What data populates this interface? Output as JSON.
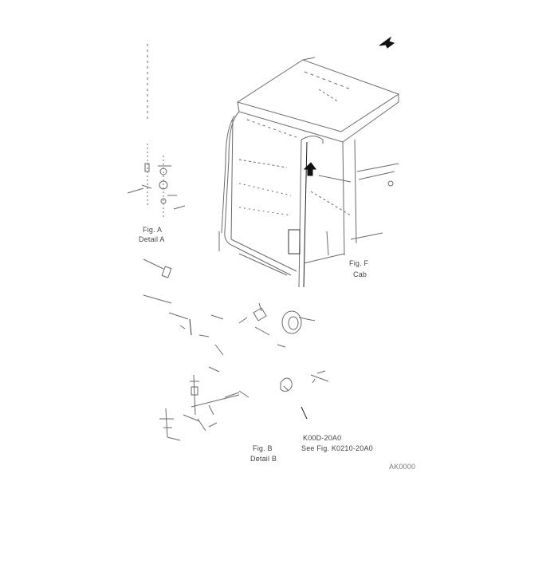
{
  "labels": {
    "fig_a": "Fig. A",
    "detail_a": "Detail A",
    "cab_fig": "Fig. F",
    "cab": "Cab",
    "fig_b": "Fig. B",
    "detail_b": "Detail B",
    "ref_1": "K00D-20A0",
    "ref_2": "See Fig. K0210-20A0",
    "drawing_no": "AK0000"
  },
  "colors": {
    "line": "#5a5a5a",
    "dark": "#222222",
    "background": "#ffffff"
  }
}
